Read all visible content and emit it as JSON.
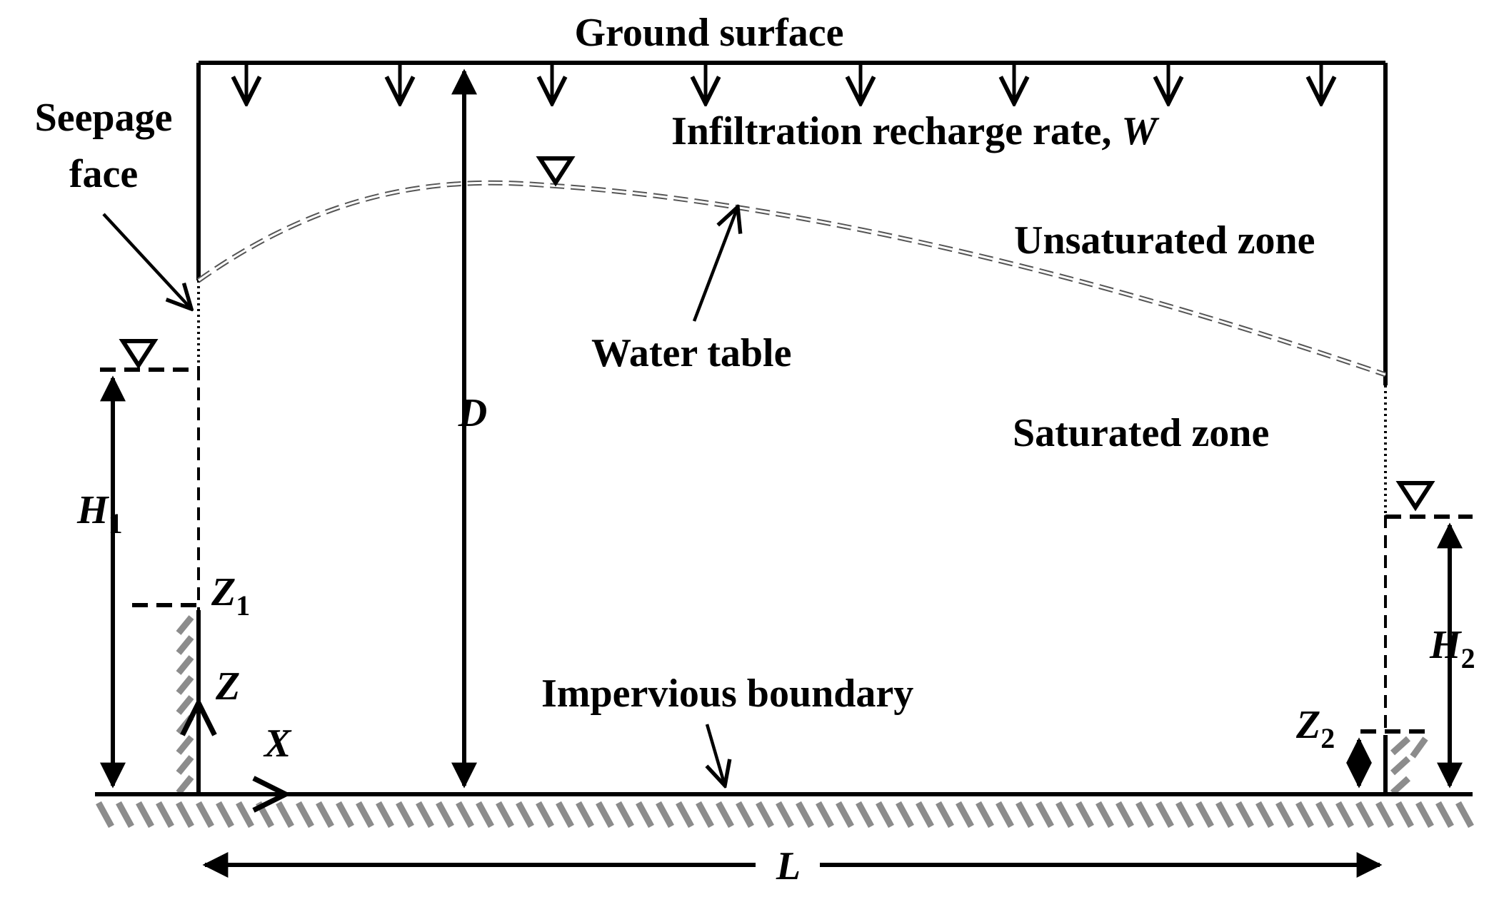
{
  "labels": {
    "ground_surface": "Ground surface",
    "seepage_face_line1": "Seepage",
    "seepage_face_line2": "face",
    "infiltration": "Infiltration recharge rate, ",
    "infiltration_var": "W",
    "unsaturated_zone": "Unsaturated zone",
    "saturated_zone": "Saturated zone",
    "water_table": "Water table",
    "impervious_boundary": "Impervious boundary"
  },
  "variables": {
    "D": "D",
    "L": "L",
    "H1": "H",
    "H1_sub": "1",
    "H2": "H",
    "H2_sub": "2",
    "Z1": "Z",
    "Z1_sub": "1",
    "Z2": "Z",
    "Z2_sub": "2",
    "Z": "Z",
    "X": "X"
  },
  "colors": {
    "line": "#000000",
    "hatch": "#8c8c8c",
    "water_table_dash": "#777777"
  }
}
